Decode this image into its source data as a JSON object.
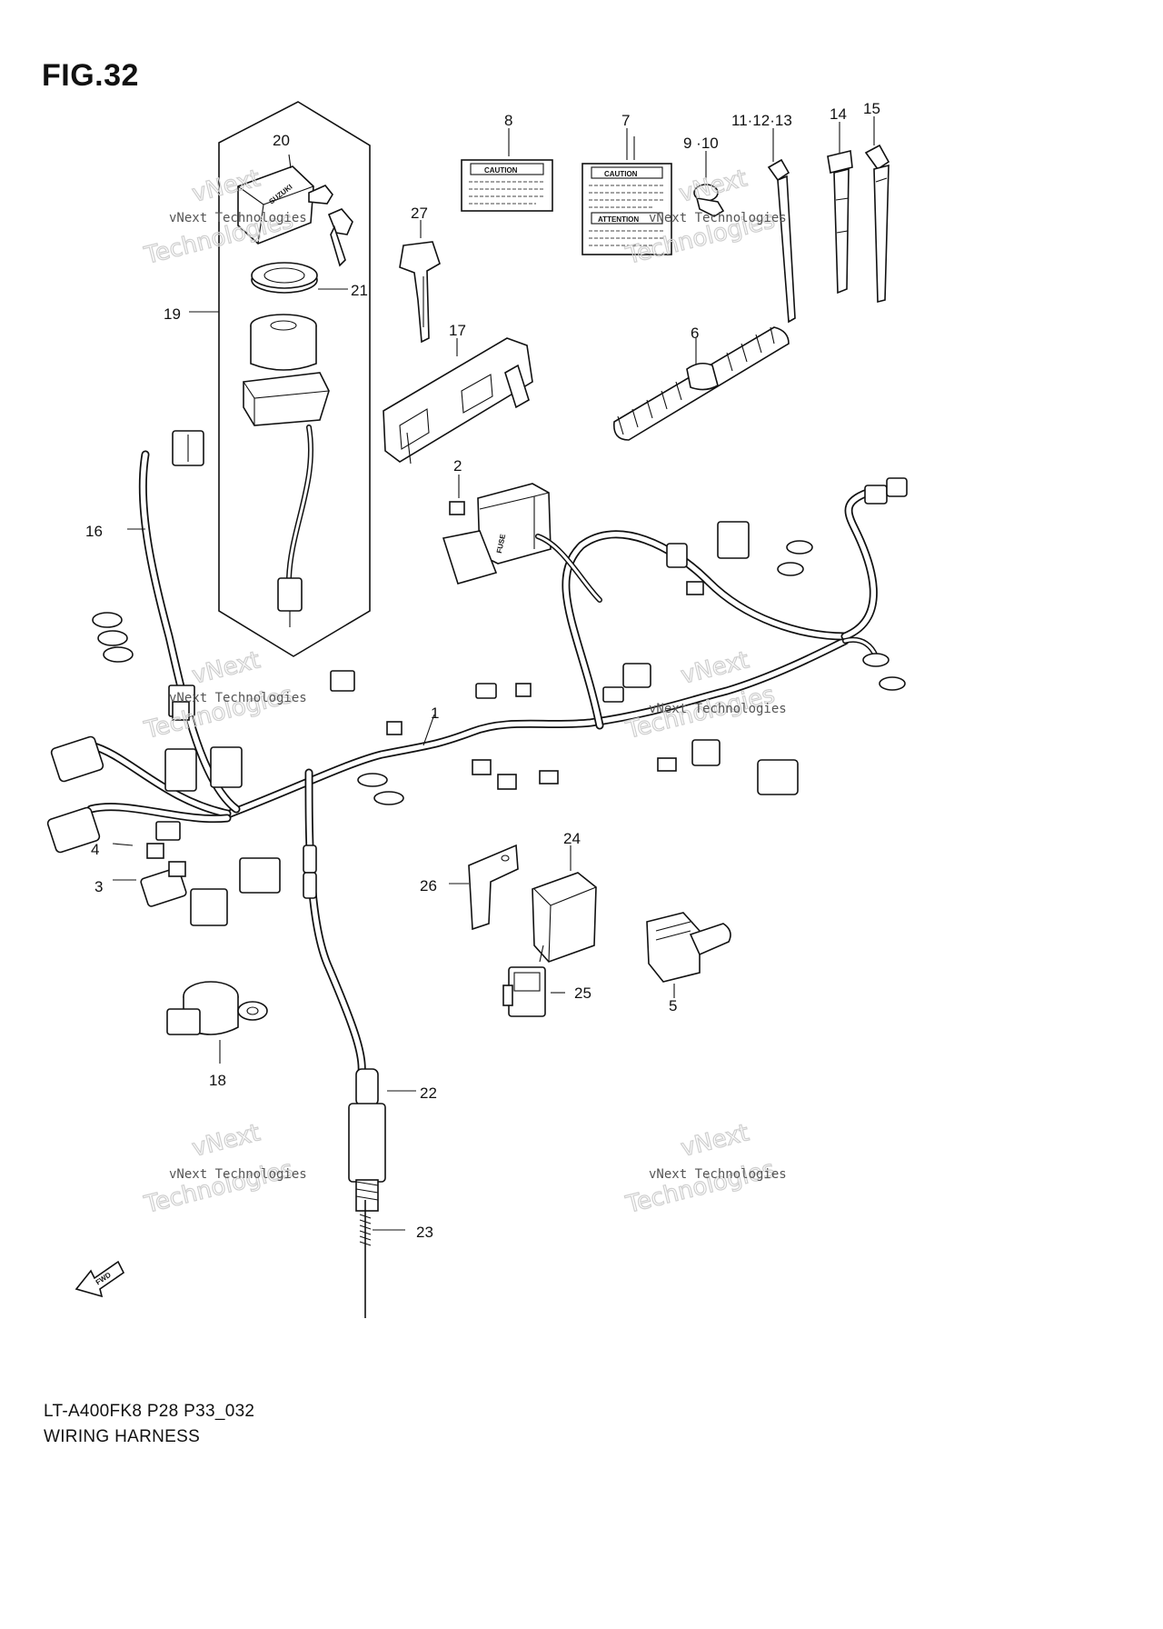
{
  "figure": {
    "title": "FIG.32",
    "model_code": "LT-A400FK8 P28 P33_032",
    "caption": "WIRING HARNESS"
  },
  "watermark": {
    "line1": "vNext Technologies",
    "line2": "Technologies",
    "line3": "vNext"
  },
  "labels": {
    "caution": "CAUTION",
    "attention": "ATTENTION",
    "fuse": "FUSE",
    "brand": "SUZUKI",
    "fwd": "FWD"
  },
  "callouts": {
    "p1": "1",
    "p2": "2",
    "p3": "3",
    "p4": "4",
    "p5": "5",
    "p6": "6",
    "p7": "7",
    "p8": "8",
    "p9_10": "9 ·10",
    "p11_13": "11·12·13",
    "p14": "14",
    "p15": "15",
    "p16": "16",
    "p17": "17",
    "p18": "18",
    "p19": "19",
    "p20": "20",
    "p21": "21",
    "p22": "22",
    "p23": "23",
    "p24": "24",
    "p25": "25",
    "p26": "26",
    "p27": "27"
  }
}
